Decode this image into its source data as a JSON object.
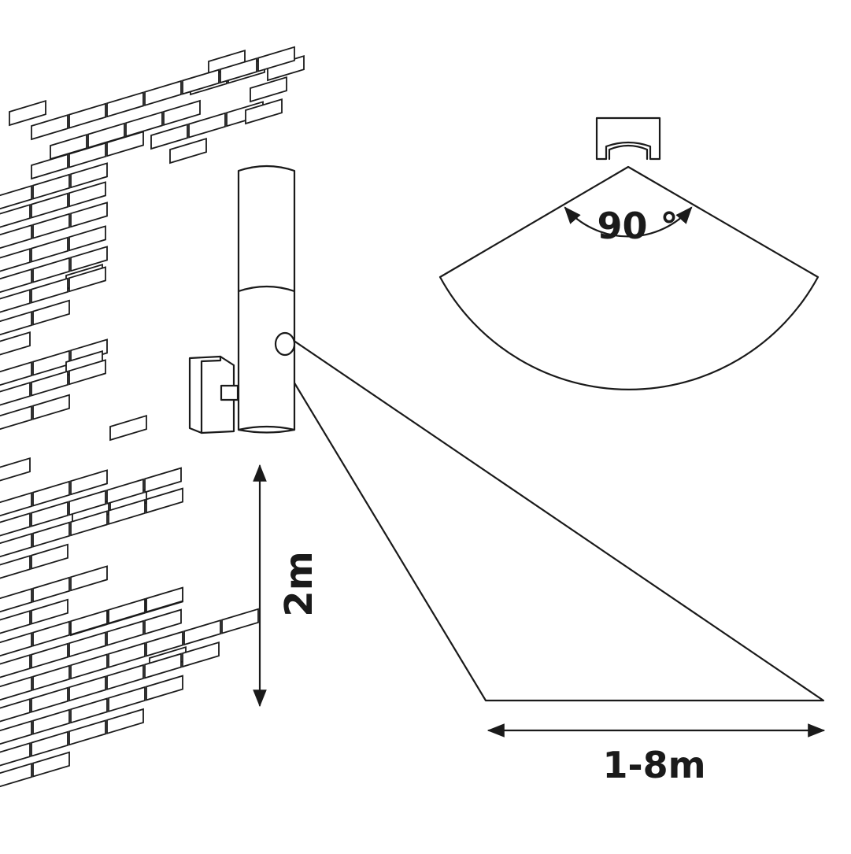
{
  "labels": {
    "angle": "90 °",
    "height": "2m",
    "range": "1-8m"
  },
  "colors": {
    "line": "#1a1a1a",
    "background": "#ffffff"
  }
}
